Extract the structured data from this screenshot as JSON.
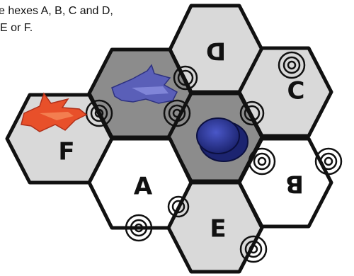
{
  "caption": {
    "line1": "e hexes A, B, C and D,",
    "line2": "E or F."
  },
  "hexes": [
    {
      "id": "D",
      "label": "D",
      "fill": "#d9d9d9",
      "shaded": false
    },
    {
      "id": "C",
      "label": "C",
      "fill": "#d9d9d9",
      "shaded": false
    },
    {
      "id": "center",
      "label": "",
      "fill": "#8c8c8c",
      "shaded": true
    },
    {
      "id": "topleft",
      "label": "",
      "fill": "#8c8c8c",
      "shaded": true
    },
    {
      "id": "F",
      "label": "F",
      "fill": "#d9d9d9",
      "shaded": false
    },
    {
      "id": "A",
      "label": "A",
      "fill": "#ffffff",
      "shaded": false
    },
    {
      "id": "B",
      "label": "B",
      "fill": "#ffffff",
      "shaded": false
    },
    {
      "id": "E",
      "label": "E",
      "fill": "#d9d9d9",
      "shaded": false
    }
  ],
  "tokens": {
    "red_ship": {
      "color": "#e8502a"
    },
    "blue_ship": {
      "color": "#5a5fb8"
    },
    "blue_token": {
      "color": "#2a3590"
    }
  }
}
